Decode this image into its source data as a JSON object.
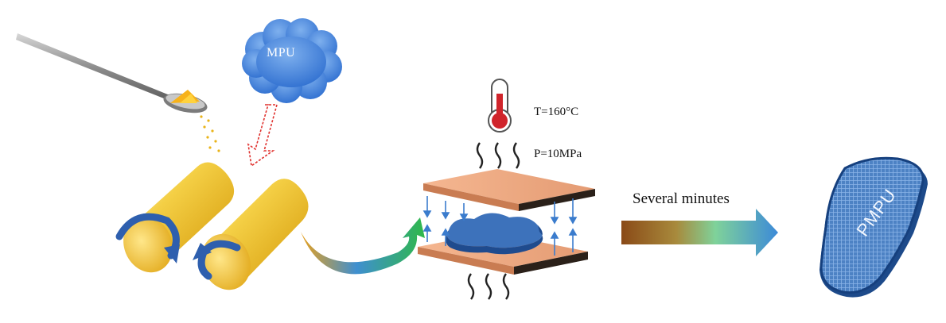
{
  "cloud": {
    "label": "MPU"
  },
  "conditions": {
    "temperature": "T=160°C",
    "pressure": "P=10MPa"
  },
  "process": {
    "time_label": "Several minutes"
  },
  "product": {
    "label": "PMPU"
  }
}
